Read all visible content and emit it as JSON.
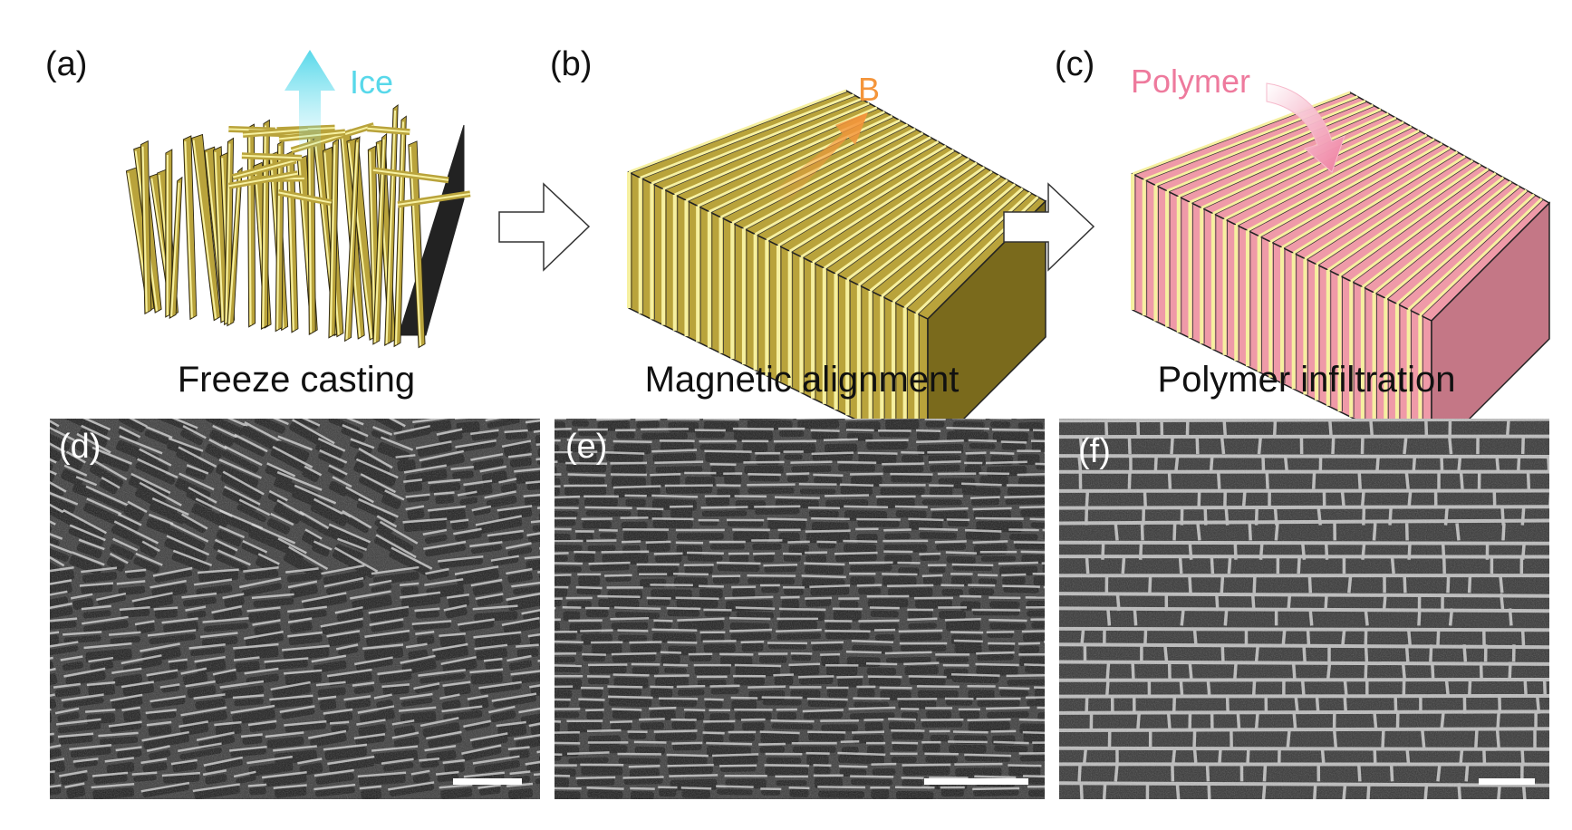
{
  "panels": [
    {
      "letter": "(a)",
      "caption": "Freeze casting",
      "label": "Ice",
      "label_color": "#58d8ea"
    },
    {
      "letter": "(b)",
      "caption": "Magnetic alignment",
      "label": "B",
      "label_color": "#f4953b"
    },
    {
      "letter": "(c)",
      "caption": "Polymer infiltration",
      "label": "Polymer",
      "label_color": "#ee7a9d"
    }
  ],
  "micrographs": [
    {
      "letter": "(d)"
    },
    {
      "letter": "(e)"
    },
    {
      "letter": "(f)"
    }
  ],
  "colors": {
    "lamella": "#b9a33b",
    "lamella_dark": "#7a6a1c",
    "lamella_light": "#f6f0a0",
    "polymer": "#ef9aa8",
    "process_arrow": "#ffffff",
    "sem_background": "#3a3a3a",
    "scale_bar": "#ffffff"
  }
}
